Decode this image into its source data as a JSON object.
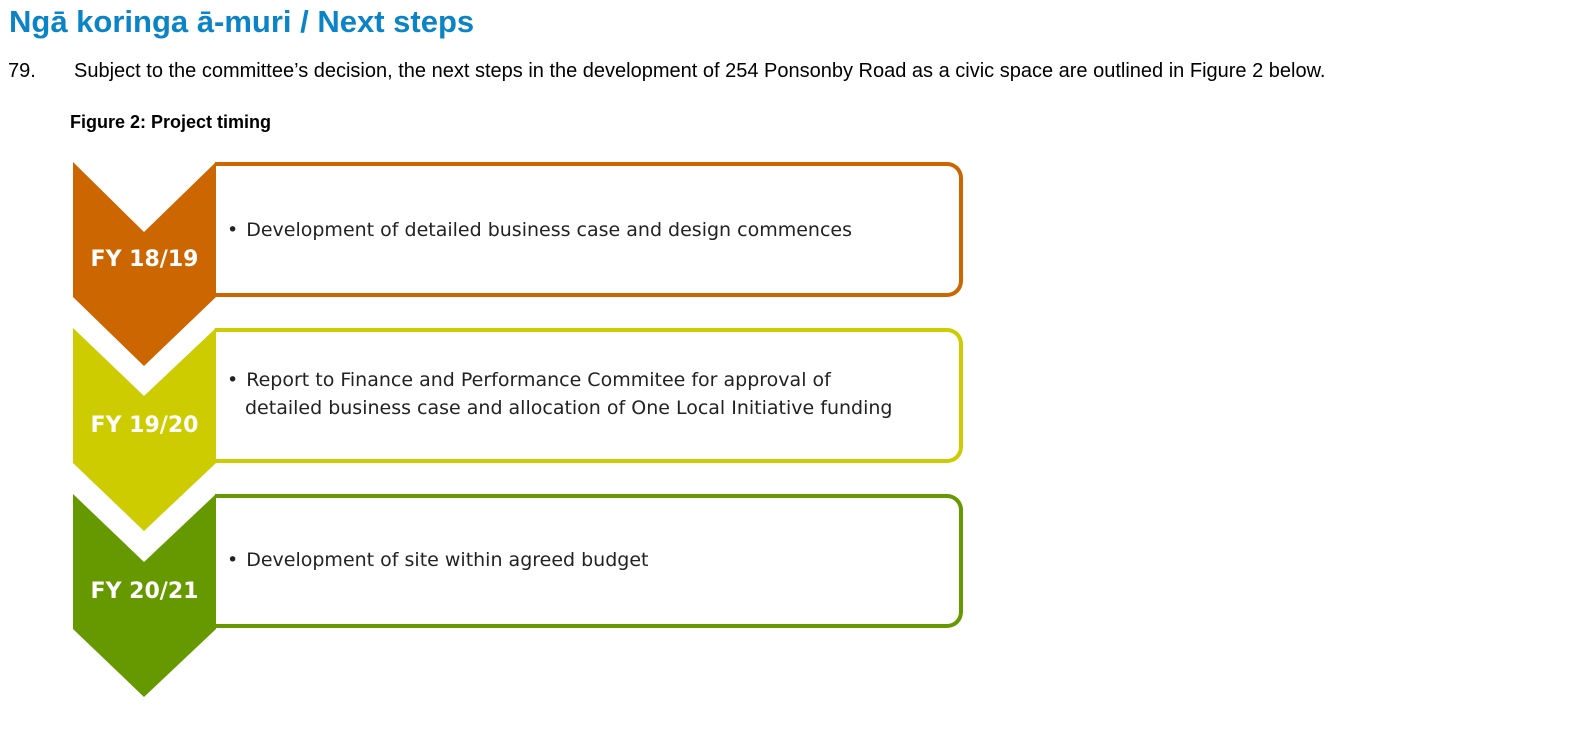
{
  "heading": "Ngā koringa ā-muri / Next steps",
  "paragraph": {
    "number": "79.",
    "text": "Subject to the committee’s decision, the next steps in the development of 254 Ponsonby Road as a civic space are outlined in Figure 2 below."
  },
  "figure": {
    "caption": "Figure 2: Project timing",
    "steps": [
      {
        "label": "FY 18/19",
        "color": "#cc6600",
        "lines": [
          "Development of detailed business case and design commences"
        ]
      },
      {
        "label": "FY 19/20",
        "color": "#cccc00",
        "lines": [
          "Report to Finance and Performance Commitee for approval of",
          "detailed business case and allocation of One Local Initiative funding"
        ]
      },
      {
        "label": "FY 20/21",
        "color": "#669900",
        "lines": [
          "Development of site within agreed budget"
        ]
      }
    ]
  }
}
